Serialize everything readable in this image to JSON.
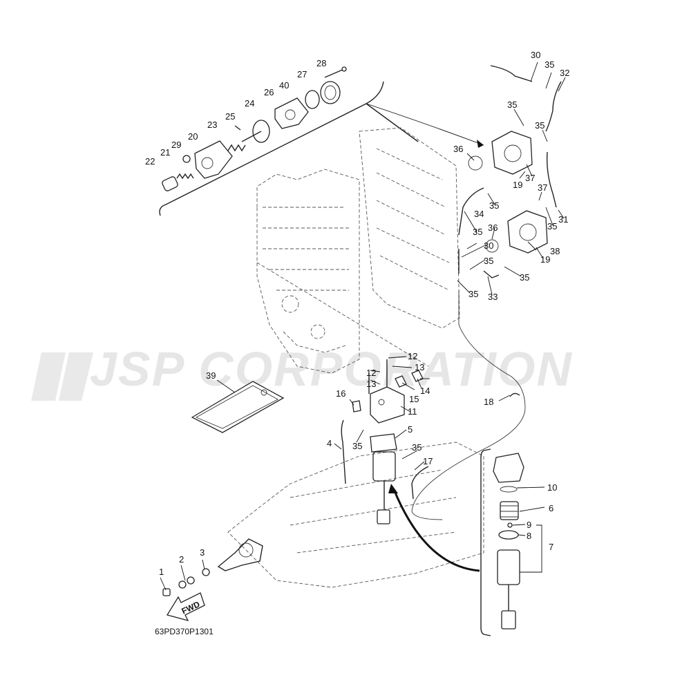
{
  "watermark": {
    "text": "JSP CORPORATION",
    "color": "#e6e6e6"
  },
  "drawing_code": "63PD370P1301",
  "fwd_label": "FWD",
  "callouts": {
    "c1": "1",
    "c2": "2",
    "c3": "3",
    "c4": "4",
    "c5": "5",
    "c6": "6",
    "c7": "7",
    "c8": "8",
    "c9": "9",
    "c10": "10",
    "c11": "11",
    "c12a": "12",
    "c12b": "12",
    "c13a": "13",
    "c13b": "13",
    "c14": "14",
    "c15": "15",
    "c16": "16",
    "c17": "17",
    "c18": "18",
    "c19a": "19",
    "c19b": "19",
    "c20": "20",
    "c21": "21",
    "c22": "22",
    "c23": "23",
    "c24": "24",
    "c25": "25",
    "c26": "26",
    "c27": "27",
    "c28": "28",
    "c29": "29",
    "c30a": "30",
    "c30b": "30",
    "c31": "31",
    "c32": "32",
    "c33": "33",
    "c34": "34",
    "c35a": "35",
    "c35b": "35",
    "c35c": "35",
    "c35d": "35",
    "c35e": "35",
    "c35f": "35",
    "c35g": "35",
    "c35h": "35",
    "c35i": "35",
    "c35j": "35",
    "c35k": "35",
    "c36a": "36",
    "c36b": "36",
    "c37a": "37",
    "c37b": "37",
    "c38": "38",
    "c39": "39",
    "c40": "40"
  }
}
